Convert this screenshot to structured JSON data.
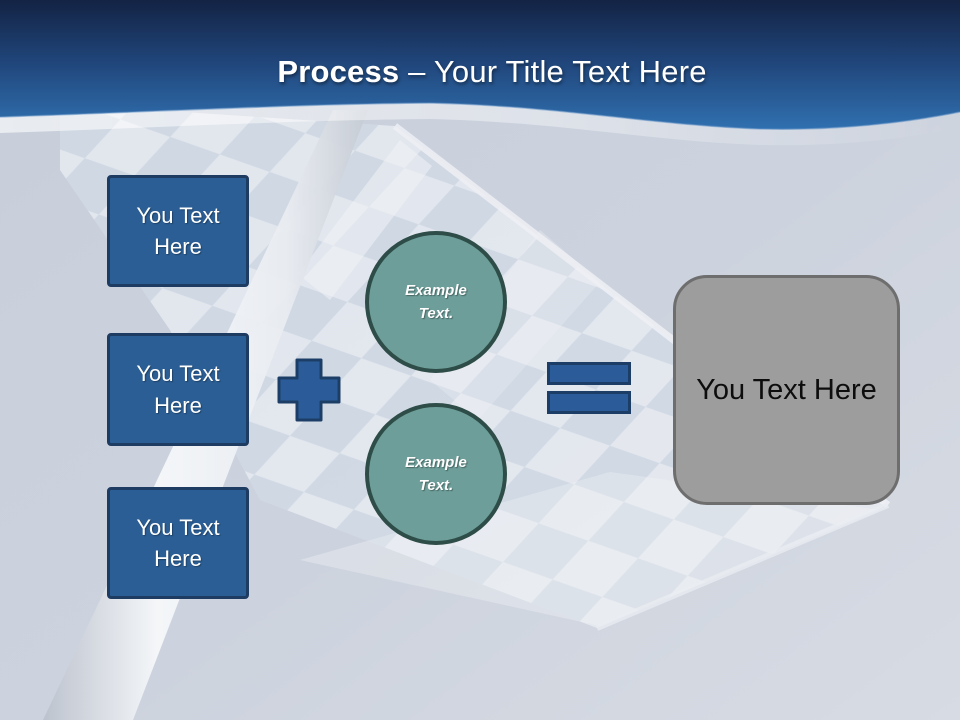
{
  "slide": {
    "title_bold": "Process",
    "title_rest": " – Your Title Text Here"
  },
  "diagram": {
    "input_boxes": [
      {
        "label": "You Text Here"
      },
      {
        "label": "You Text Here"
      },
      {
        "label": "You Text Here"
      }
    ],
    "operators": {
      "plus_icon": "plus",
      "equals_icon": "equals"
    },
    "circles": [
      {
        "label": "Example Text."
      },
      {
        "label": "Example Text."
      }
    ],
    "result_box": {
      "label": "You Text Here"
    }
  },
  "colors": {
    "header_gradient_top": "#132344",
    "header_gradient_bottom": "#3070b0",
    "background_sky": "#cdd3de",
    "input_box_fill": "#2b5e94",
    "input_box_border": "#1e3b61",
    "circle_fill": "#6d9e99",
    "circle_border": "#2e4d48",
    "operator_fill": "#2b5c99",
    "operator_border": "#1c3e66",
    "result_fill": "#9d9d9d",
    "result_border": "#6e6e6e",
    "title_text": "#ffffff",
    "result_text": "#0d0d0d"
  }
}
